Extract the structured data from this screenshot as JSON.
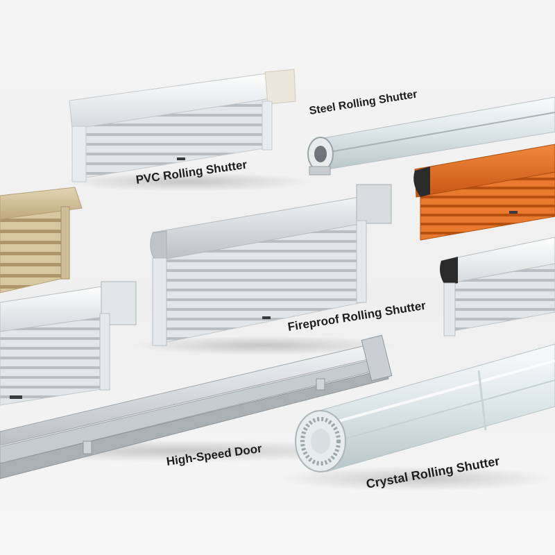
{
  "labels": {
    "pvc": "PVC Rolling Shutter",
    "steel": "Steel Rolling Shutter",
    "fireproof": "Fireproof Rolling Shutter",
    "high_speed": "High-Speed Door",
    "crystal": "Crystal Rolling Shutter"
  },
  "colors": {
    "background": "#f2f2f2",
    "aluminum": "#d8dde0",
    "beige": "#cdbb94",
    "orange": "#d9661e",
    "crystal": "#dfe9ea"
  }
}
